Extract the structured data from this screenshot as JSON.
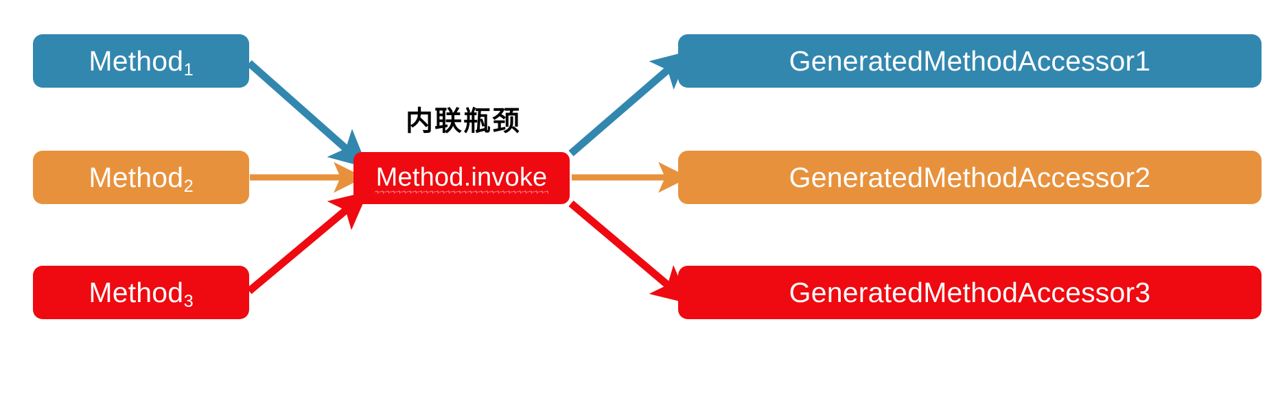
{
  "diagram": {
    "title_label": "内联瓶颈",
    "colors": {
      "blue": "#3287AF",
      "orange": "#E8913C",
      "red": "#EE0A10",
      "text_on_node": "#FFFFFF",
      "label_text": "#000000",
      "background": "#FFFFFF"
    },
    "sources": [
      {
        "id": "method-1",
        "label_main": "Method",
        "label_sub": "1",
        "color": "#3287AF"
      },
      {
        "id": "method-2",
        "label_main": "Method",
        "label_sub": "2",
        "color": "#E8913C"
      },
      {
        "id": "method-3",
        "label_main": "Method",
        "label_sub": "3",
        "color": "#EE0A10"
      }
    ],
    "hub": {
      "id": "method-invoke",
      "label": "Method.invoke",
      "color": "#EE0A10",
      "underline_style": "red-squiggly-spellcheck"
    },
    "targets": [
      {
        "id": "generated-method-accessor-1",
        "label": "GeneratedMethodAccessor1",
        "color": "#3287AF"
      },
      {
        "id": "generated-method-accessor-2",
        "label": "GeneratedMethodAccessor2",
        "color": "#E8913C"
      },
      {
        "id": "generated-method-accessor-3",
        "label": "GeneratedMethodAccessor3",
        "color": "#EE0A10"
      }
    ],
    "edges": [
      {
        "id": "edge-method1-to-invoke",
        "from": "method-1",
        "to": "method-invoke",
        "color": "#3287AF",
        "shape": "diagonal-down"
      },
      {
        "id": "edge-method2-to-invoke",
        "from": "method-2",
        "to": "method-invoke",
        "color": "#E8913C",
        "shape": "horizontal"
      },
      {
        "id": "edge-method3-to-invoke",
        "from": "method-3",
        "to": "method-invoke",
        "color": "#EE0A10",
        "shape": "diagonal-up"
      },
      {
        "id": "edge-invoke-to-accessor1",
        "from": "method-invoke",
        "to": "generated-method-accessor-1",
        "color": "#3287AF",
        "shape": "diagonal-up"
      },
      {
        "id": "edge-invoke-to-accessor2",
        "from": "method-invoke",
        "to": "generated-method-accessor-2",
        "color": "#E8913C",
        "shape": "horizontal"
      },
      {
        "id": "edge-invoke-to-accessor3",
        "from": "method-invoke",
        "to": "generated-method-accessor-3",
        "color": "#EE0A10",
        "shape": "diagonal-down"
      }
    ]
  }
}
